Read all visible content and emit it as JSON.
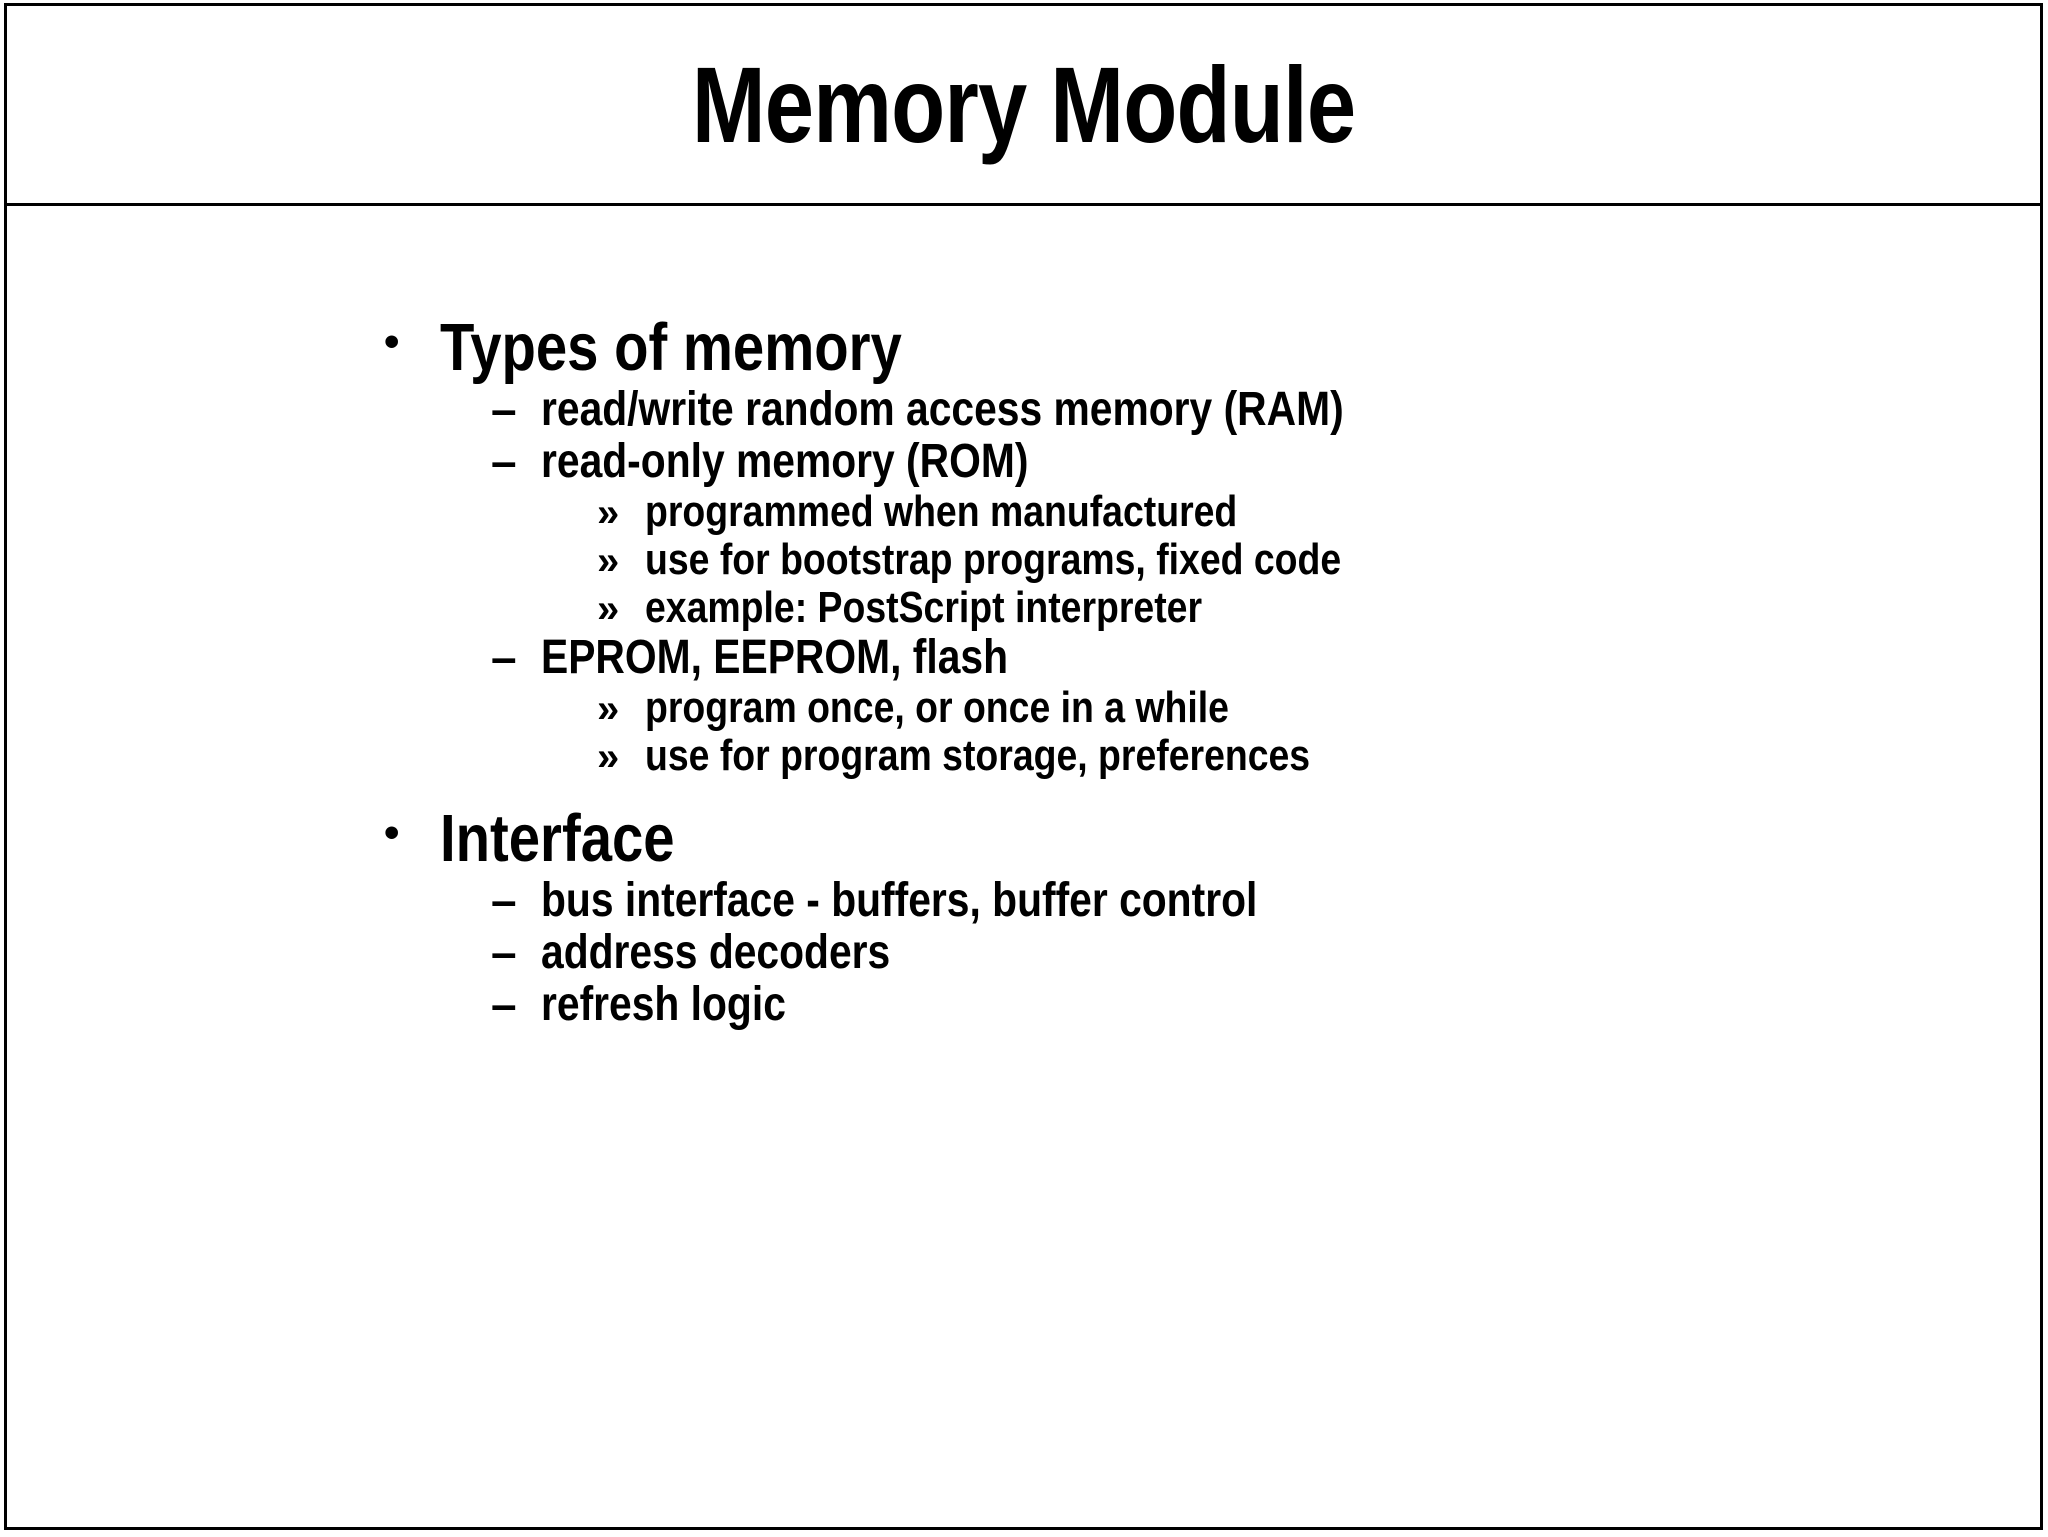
{
  "slide": {
    "title": "Memory Module",
    "background_color": "#ffffff",
    "text_color": "#000000",
    "border_color": "#000000",
    "markers": {
      "level1": "•",
      "level2": "–",
      "level3": "»"
    },
    "content": [
      {
        "level": 1,
        "text": "Types of memory"
      },
      {
        "level": 2,
        "text": "read/write random access memory (RAM)"
      },
      {
        "level": 2,
        "text": "read-only memory (ROM)"
      },
      {
        "level": 3,
        "text": "programmed when manufactured"
      },
      {
        "level": 3,
        "text": "use for bootstrap programs, fixed code"
      },
      {
        "level": 3,
        "text": "example:  PostScript interpreter"
      },
      {
        "level": 2,
        "text": "EPROM, EEPROM, flash"
      },
      {
        "level": 3,
        "text": "program once, or once in a while"
      },
      {
        "level": 3,
        "text": "use for program storage, preferences"
      },
      {
        "level": 1,
        "text": "Interface"
      },
      {
        "level": 2,
        "text": "bus interface - buffers, buffer control"
      },
      {
        "level": 2,
        "text": "address decoders"
      },
      {
        "level": 2,
        "text": "refresh logic"
      }
    ]
  }
}
